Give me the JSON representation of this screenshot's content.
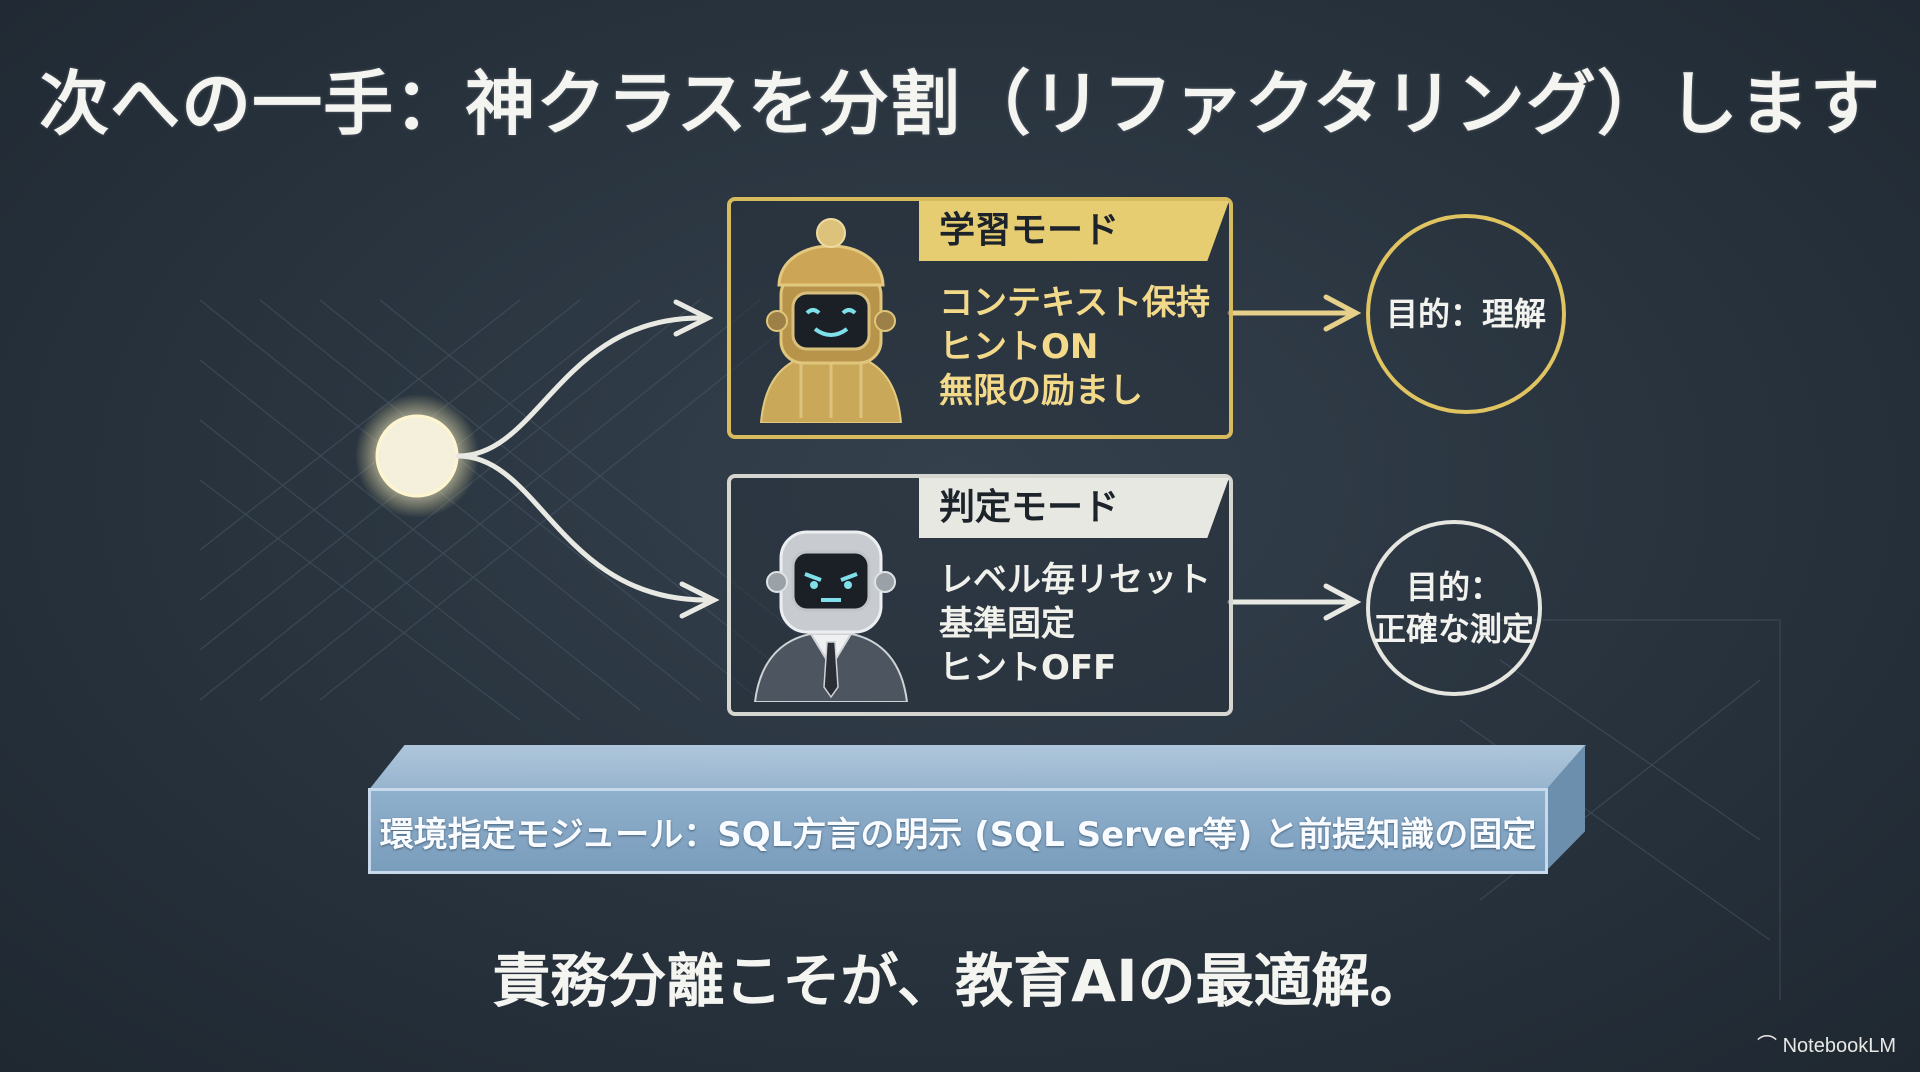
{
  "title": "次への一手：神クラスを分割（リファクタリング）します",
  "learning_mode": {
    "header": "学習モード",
    "lines": [
      "コンテキスト保持",
      "ヒントON",
      "無限の励まし"
    ],
    "goal": "目的：理解",
    "avatar_icon": "robot-knit-hat-icon",
    "accent": "#d8bb5c"
  },
  "judge_mode": {
    "header": "判定モード",
    "lines": [
      "レベル毎リセット",
      "基準固定",
      "ヒントOFF"
    ],
    "goal_lines": [
      "目的：",
      "正確な測定"
    ],
    "avatar_icon": "robot-suit-icon",
    "accent": "#d6d6d0"
  },
  "environment_module": "環境指定モジュール：SQL方言の明示 (SQL Server等) と前提知識の固定",
  "conclusion": "責務分離こそが、教育AIの最適解。",
  "brand": "NotebookLM",
  "colors": {
    "background": "#2a3540",
    "gold": "#e0c461",
    "chalk": "#e6e6e0",
    "module_blue": "#8fb0cc"
  }
}
